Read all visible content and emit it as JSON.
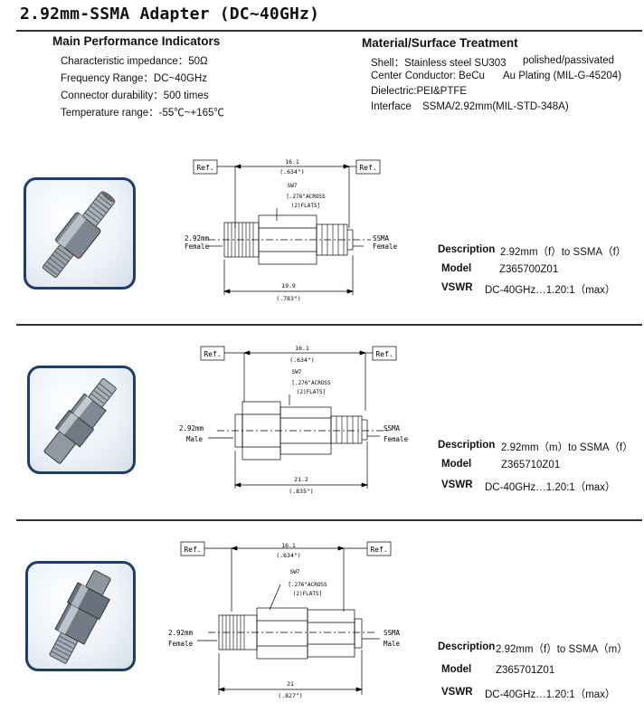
{
  "title": "2.92mm-SSMA Adapter (DC~40GHz)",
  "perf": {
    "heading": "Main Performance Indicators",
    "lines": [
      "Characteristic impedance：50Ω",
      "Frequency Range：DC~40GHz",
      "Connector durability：500 times",
      "Temperature range：-55℃~+165℃"
    ]
  },
  "material": {
    "heading": "Material/Surface Treatment",
    "shell": "Shell：Stainless steel SU303",
    "shell_finish": "polished/passivated",
    "center": "Center Conductor: BeCu",
    "center_finish": "Au Plating (MIL-G-45204)",
    "dielectric": "Dielectric:PEI&PTFE",
    "interface_label": "Interface",
    "interface_value": "SSMA/2.92mm(MIL-STD-348A)"
  },
  "labels": {
    "description": "Description",
    "model": "Model",
    "vswr": "VSWR"
  },
  "drawing_common": {
    "ref": "Ref.",
    "len_mm": "16.1",
    "len_in": "(.634\")",
    "sw": "SW7",
    "sw_in": "[.276\"ACROSS",
    "sw_flats": "(2)FLATS]"
  },
  "products": [
    {
      "description": "2.92mm（f）to SSMA（f）",
      "model": "Z365700Z01",
      "vswr": "DC-40GHz…1.20:1（max）",
      "left_line1": "2.92mm",
      "left_line2": "Female",
      "right_line1": "SSMA",
      "right_line2": "Female",
      "overall_mm": "19.9",
      "overall_in": "(.783\")"
    },
    {
      "description": "2.92mm（m）to SSMA（f）",
      "model": "Z365710Z01",
      "vswr": "DC-40GHz…1.20:1（max）",
      "left_line1": "2.92mm",
      "left_line2": "Male",
      "right_line1": "SSMA",
      "right_line2": "Female",
      "overall_mm": "21.2",
      "overall_in": "(.835\")"
    },
    {
      "description": "2.92mm（f）to SSMA（m）",
      "model": "Z365701Z01",
      "vswr": "DC-40GHz…1.20:1（max）",
      "left_line1": "2.92mm",
      "left_line2": "Female",
      "right_line1": "SSMA",
      "right_line2": "Male",
      "overall_mm": "21",
      "overall_in": "(.827\")"
    }
  ]
}
